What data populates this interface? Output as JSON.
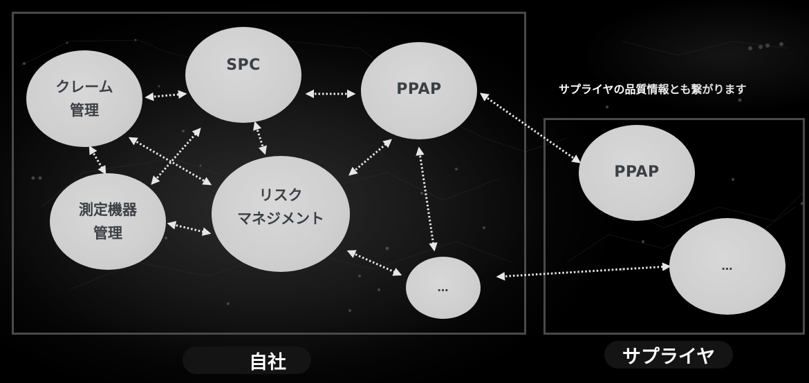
{
  "note": "サプライヤの品質情報とも繋がります",
  "groups": {
    "own": {
      "label": "自社"
    },
    "supplier": {
      "label": "サプライヤ"
    }
  },
  "nodes": {
    "claim": {
      "line1": "クレーム",
      "line2": "管理"
    },
    "spc": {
      "line1": "SPC"
    },
    "ppap_own": {
      "line1": "PPAP"
    },
    "measure": {
      "line1": "測定機器",
      "line2": "管理"
    },
    "risk": {
      "line1": "リスク",
      "line2": "マネジメント"
    },
    "more_own": {
      "line1": "…"
    },
    "ppap_sup": {
      "line1": "PPAP"
    },
    "more_sup": {
      "line1": "…"
    }
  },
  "connections": [
    [
      "claim",
      "spc"
    ],
    [
      "spc",
      "ppap_own"
    ],
    [
      "claim",
      "measure"
    ],
    [
      "claim",
      "risk"
    ],
    [
      "measure",
      "spc"
    ],
    [
      "spc",
      "risk"
    ],
    [
      "measure",
      "risk"
    ],
    [
      "risk",
      "ppap_own"
    ],
    [
      "ppap_own",
      "more_own"
    ],
    [
      "risk",
      "more_own"
    ],
    [
      "ppap_own",
      "ppap_sup"
    ],
    [
      "more_own",
      "more_sup"
    ]
  ],
  "colors": {
    "background": "#000000",
    "node_fill": "#d0d0d0",
    "node_text": "#3c3f44",
    "frame": "#4a4a4a",
    "arrow": "#e6e6e6",
    "label_text": "#ffffff"
  }
}
